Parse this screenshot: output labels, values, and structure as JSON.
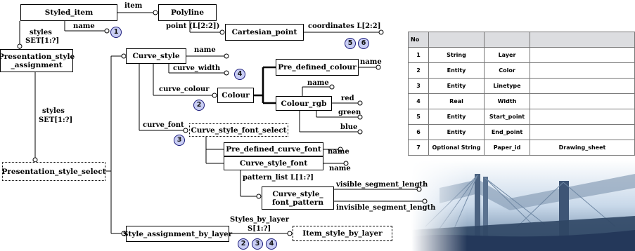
{
  "entities": {
    "styled_item": "Styled_item",
    "polyline": "Polyline",
    "cartesian_point": "Cartesian_point",
    "presentation_style_assignment": "Presentation_style _assignment",
    "curve_style": "Curve_style",
    "pre_defined_colour": "Pre_defined_colour",
    "colour": "Colour",
    "colour_rgb": "Colour_rgb",
    "curve_style_font_select": "Curve_style_font_select",
    "pre_defined_curve_font": "Pre_defined_curve_font",
    "curve_style_font": "Curve_style_font",
    "curve_style_font_pattern": "Curve_style_ font_pattern",
    "presentation_style_select": "Presentation_style_select",
    "style_assignment_by_layer": "Style_assignment_by_layer",
    "item_style_by_layer": "Item_style_by_layer"
  },
  "labels": {
    "item": "item",
    "name_styled": "name",
    "styles_set1": "styles",
    "styles_set1b": "SET[1:?]",
    "point": "point (L[2:2])",
    "coordinates": "coordinates L[2:2]",
    "name_curve_style": "name",
    "curve_width": "curve_width",
    "curve_colour": "curve_colour",
    "name_predef_colour": "name",
    "name_rgb": "name",
    "red": "red",
    "green": "green",
    "blue": "blue",
    "styles_set2": "styles",
    "styles_set2b": "SET[1:?]",
    "curve_font": "curve_font",
    "name_predef_font": "name",
    "name_curve_style_font": "name",
    "pattern_list": "pattern_list L[1:?]",
    "visible_segment_length": "visible_segment_length",
    "invisible_segment_length": "invisible_segment_length",
    "styles_by_layer": "Styles_by_layer",
    "styles_by_layer_set": "S[1:?]"
  },
  "markers": {
    "m_name": "1",
    "m_coord_a": "5",
    "m_coord_b": "6",
    "m_width": "4",
    "m_colour": "2",
    "m_font": "3",
    "m_layer_a": "2",
    "m_layer_b": "3",
    "m_layer_c": "4"
  },
  "table": {
    "headers": [
      "No",
      "",
      "",
      ""
    ],
    "rows": [
      [
        "1",
        "String",
        "Layer",
        ""
      ],
      [
        "2",
        "Entity",
        "Color",
        ""
      ],
      [
        "3",
        "Entity",
        "Linetype",
        ""
      ],
      [
        "4",
        "Real",
        "Width",
        ""
      ],
      [
        "5",
        "Entity",
        "Start_point",
        ""
      ],
      [
        "6",
        "Entity",
        "End_point",
        ""
      ],
      [
        "7",
        "Optional String",
        "Paper_id",
        "Drawing_sheet"
      ]
    ]
  }
}
